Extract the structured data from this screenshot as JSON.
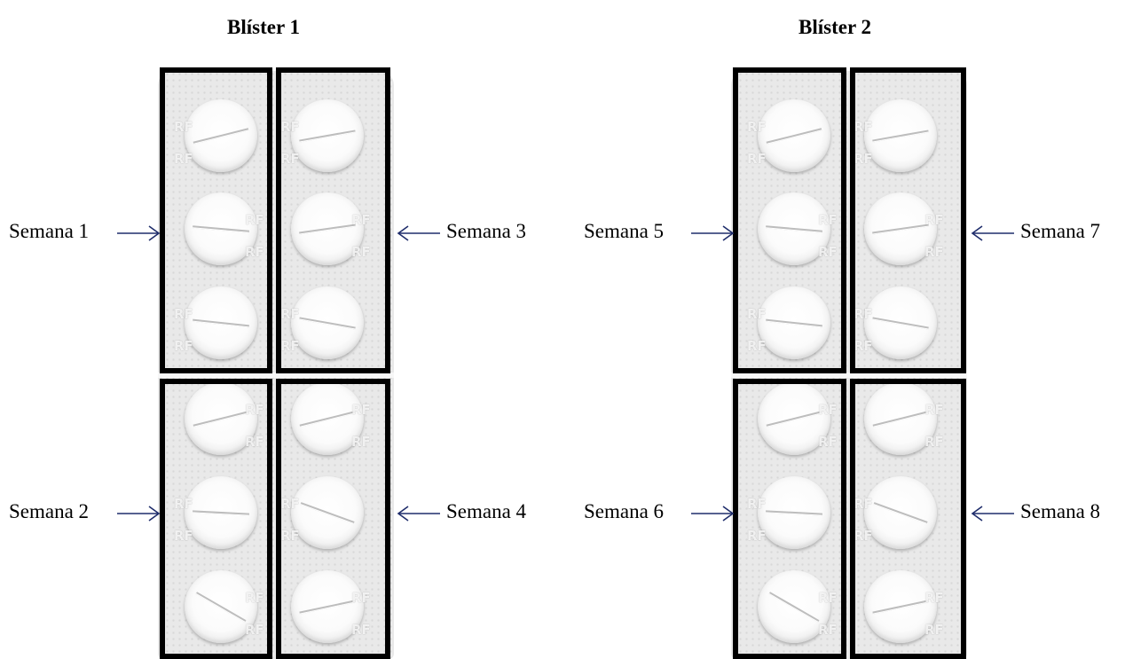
{
  "blisters": [
    {
      "title": "Blíster 1"
    },
    {
      "title": "Blíster 2"
    }
  ],
  "weeks": [
    {
      "label": "Semana 1"
    },
    {
      "label": "Semana 2"
    },
    {
      "label": "Semana 3"
    },
    {
      "label": "Semana 4"
    },
    {
      "label": "Semana 5"
    },
    {
      "label": "Semana 6"
    },
    {
      "label": "Semana 7"
    },
    {
      "label": "Semana 8"
    }
  ],
  "watermark": "RF",
  "colors": {
    "frame": "#000000",
    "arrow": "#1f2d6b",
    "blister": "#e9e9e9"
  }
}
